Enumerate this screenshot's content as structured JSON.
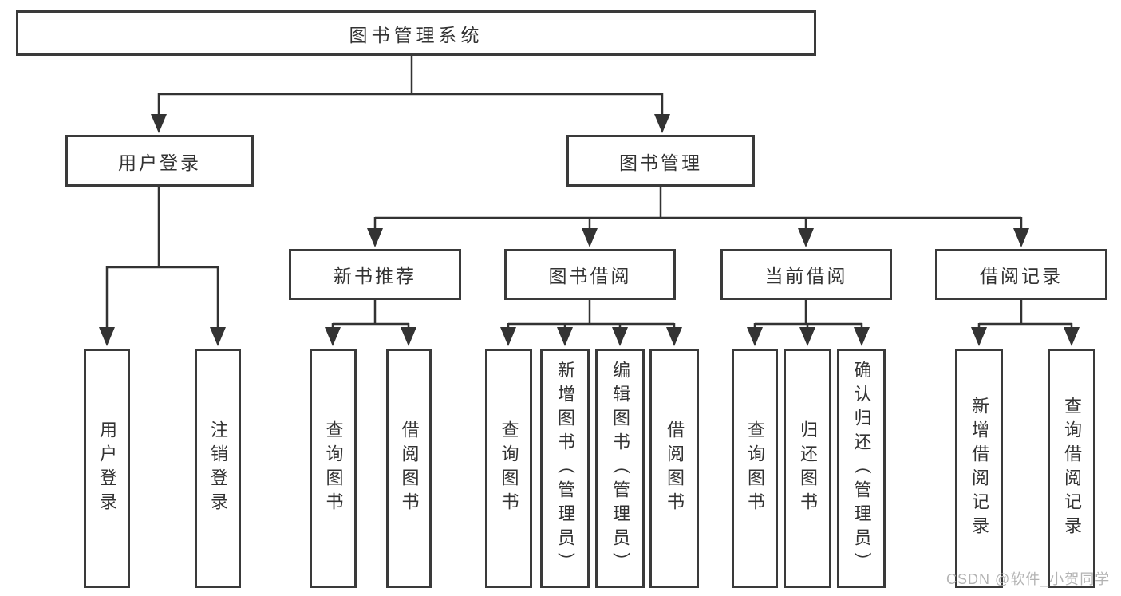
{
  "root": {
    "label": "图书管理系统"
  },
  "branches": {
    "user_login": {
      "label": "用户登录",
      "leaves": [
        {
          "label": "用户登录"
        },
        {
          "label": "注销登录"
        }
      ]
    },
    "book_mgmt": {
      "label": "图书管理",
      "groups": [
        {
          "label": "新书推荐",
          "leaves": [
            {
              "label": "查询图书"
            },
            {
              "label": "借阅图书"
            }
          ]
        },
        {
          "label": "图书借阅",
          "leaves": [
            {
              "label": "查询图书"
            },
            {
              "label": "新增图书（管理员）"
            },
            {
              "label": "编辑图书（管理员）"
            },
            {
              "label": "借阅图书"
            }
          ]
        },
        {
          "label": "当前借阅",
          "leaves": [
            {
              "label": "查询图书"
            },
            {
              "label": "归还图书"
            },
            {
              "label": "确认归还（管理员）"
            }
          ]
        },
        {
          "label": "借阅记录",
          "leaves": [
            {
              "label": "新增借阅记录"
            },
            {
              "label": "查询借阅记录"
            }
          ]
        }
      ]
    }
  },
  "watermark": {
    "text": "CSDN @软件_小贺同学"
  },
  "colors": {
    "background": "#ffffff",
    "line": "#333333",
    "border": "#3a3a3a",
    "fill": "#ffffff",
    "text": "#333333",
    "watermark": "#b3b3b3"
  }
}
